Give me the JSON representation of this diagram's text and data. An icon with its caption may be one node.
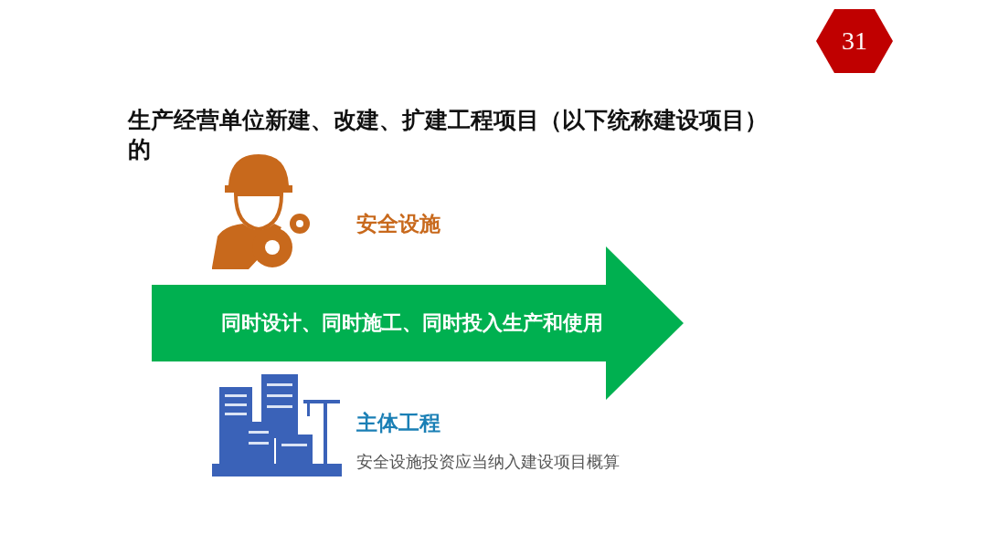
{
  "diagram": {
    "title": "生产经营单位新建、改建、扩建工程项目（以下统称建设项目）的",
    "nodes": [
      {
        "text": [
          "31"
        ]
      },
      {
        "text": [
          "同时设计、同时施工、同时投入生产和使用"
        ]
      }
    ],
    "labels": [
      "安全设施",
      "主体工程",
      "安全设施投资应当纳入建设项目概算"
    ]
  }
}
